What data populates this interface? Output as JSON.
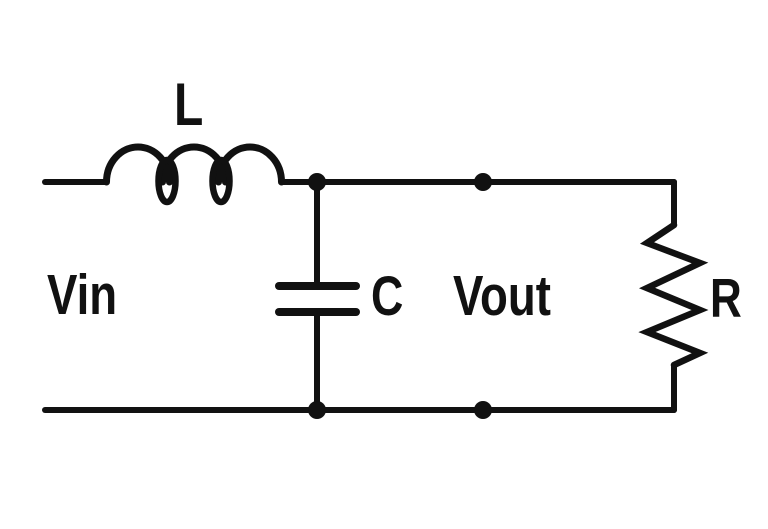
{
  "circuit": {
    "labels": {
      "input_voltage": "Vin",
      "inductor": "L",
      "capacitor": "C",
      "output_voltage": "Vout",
      "resistor": "R"
    },
    "colors": {
      "line": "#111111",
      "background": "#ffffff"
    }
  }
}
